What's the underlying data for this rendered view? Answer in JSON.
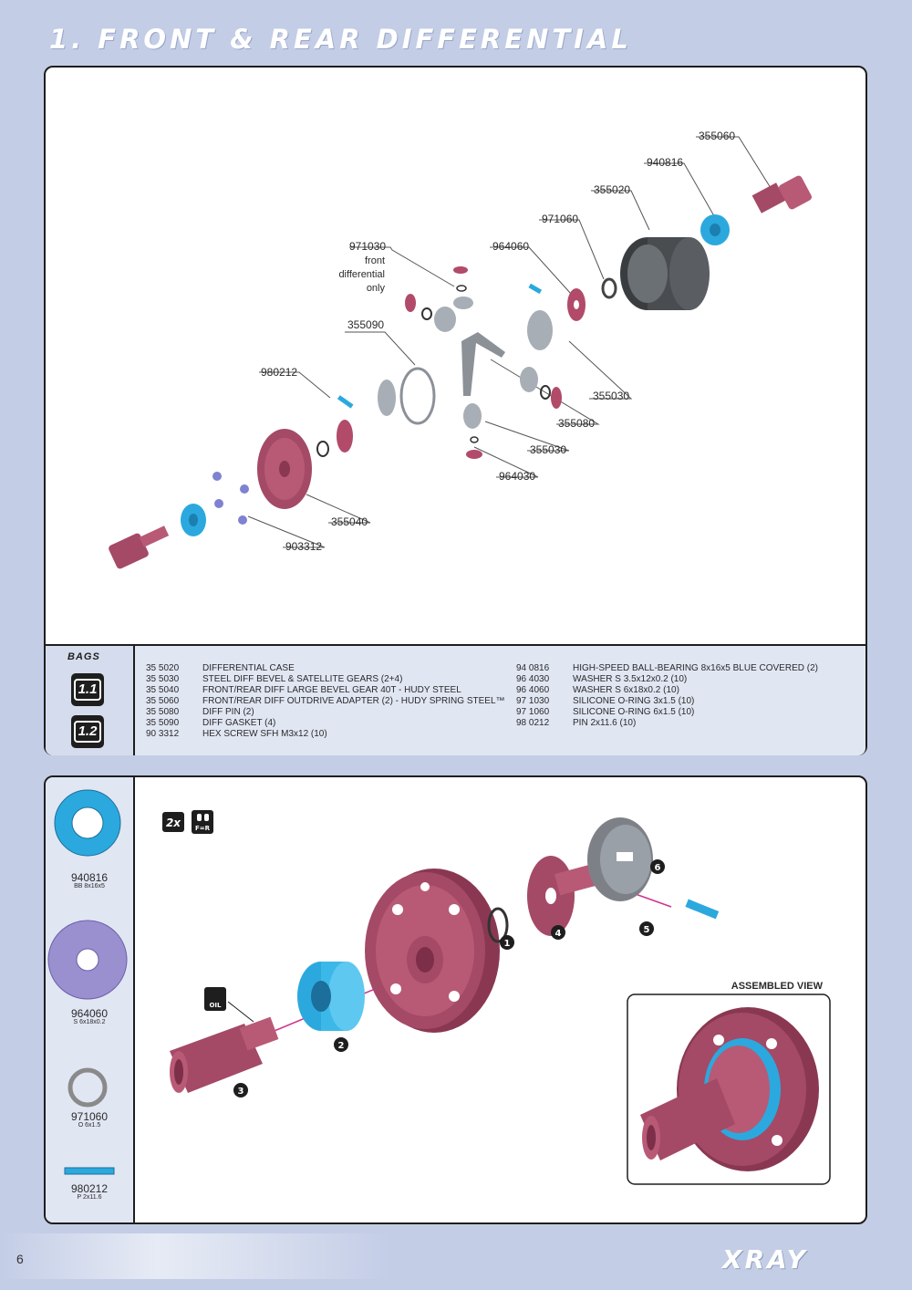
{
  "page": {
    "title": "1. FRONT & REAR DIFFERENTIAL",
    "page_number": "6",
    "brand": "XRAY"
  },
  "exploded_view": {
    "callouts": [
      {
        "code": "355060"
      },
      {
        "code": "940816"
      },
      {
        "code": "355020"
      },
      {
        "code": "971060"
      },
      {
        "code": "971030",
        "note": [
          "front",
          "differential",
          "only"
        ]
      },
      {
        "code": "964060"
      },
      {
        "code": "355090"
      },
      {
        "code": "980212"
      },
      {
        "code": "355030"
      },
      {
        "code": "355080"
      },
      {
        "code": "355030"
      },
      {
        "code": "964030"
      },
      {
        "code": "355040"
      },
      {
        "code": "903312"
      }
    ]
  },
  "bags": {
    "label": "BAGS",
    "items": [
      "1.1",
      "1.2"
    ]
  },
  "parts_list": {
    "left": [
      {
        "code": "35 5020",
        "desc": "DIFFERENTIAL CASE"
      },
      {
        "code": "35 5030",
        "desc": "STEEL DIFF BEVEL & SATELLITE GEARS (2+4)"
      },
      {
        "code": "35 5040",
        "desc": "FRONT/REAR DIFF LARGE BEVEL GEAR 40T - HUDY STEEL"
      },
      {
        "code": "35 5060",
        "desc": "FRONT/REAR DIFF OUTDRIVE ADAPTER (2) - HUDY SPRING STEEL™"
      },
      {
        "code": "35 5080",
        "desc": "DIFF PIN (2)"
      },
      {
        "code": "35 5090",
        "desc": "DIFF GASKET (4)"
      },
      {
        "code": "90 3312",
        "desc": "HEX SCREW  SFH M3x12  (10)"
      }
    ],
    "right": [
      {
        "code": "94 0816",
        "desc": "HIGH-SPEED BALL-BEARING 8x16x5 BLUE COVERED  (2)"
      },
      {
        "code": "96 4030",
        "desc": "WASHER S 3.5x12x0.2  (10)"
      },
      {
        "code": "96 4060",
        "desc": "WASHER S 6x18x0.2  (10)"
      },
      {
        "code": "97 1030",
        "desc": "SILICONE O-RING 3x1.5  (10)"
      },
      {
        "code": "97 1060",
        "desc": "SILICONE O-RING 6x1.5  (10)"
      },
      {
        "code": "98 0212",
        "desc": "PIN 2x11.6  (10)"
      }
    ]
  },
  "actual_size_parts": [
    {
      "code": "940816",
      "sub": "BB 8x16x5",
      "color": "#2ba9de"
    },
    {
      "code": "964060",
      "sub": "S 6x18x0.2",
      "color": "#9a8fcf"
    },
    {
      "code": "971060",
      "sub": "O 6x1.5",
      "color": "#cfcfcf"
    },
    {
      "code": "980212",
      "sub": "P 2x11.6",
      "color": "#2ba9de"
    }
  ],
  "assembly_step": {
    "quantity_badge": "2x",
    "same_badge": "F=R",
    "oil_badge": "OIL",
    "step_numbers": [
      "1",
      "2",
      "3",
      "4",
      "5",
      "6"
    ],
    "assembled_view_label": "ASSEMBLED VIEW"
  },
  "colors": {
    "background": "#c3cde6",
    "gear_maroon": "#a44a66",
    "bearing_blue": "#2ba9de",
    "arrow_magenta": "#d0338f"
  }
}
